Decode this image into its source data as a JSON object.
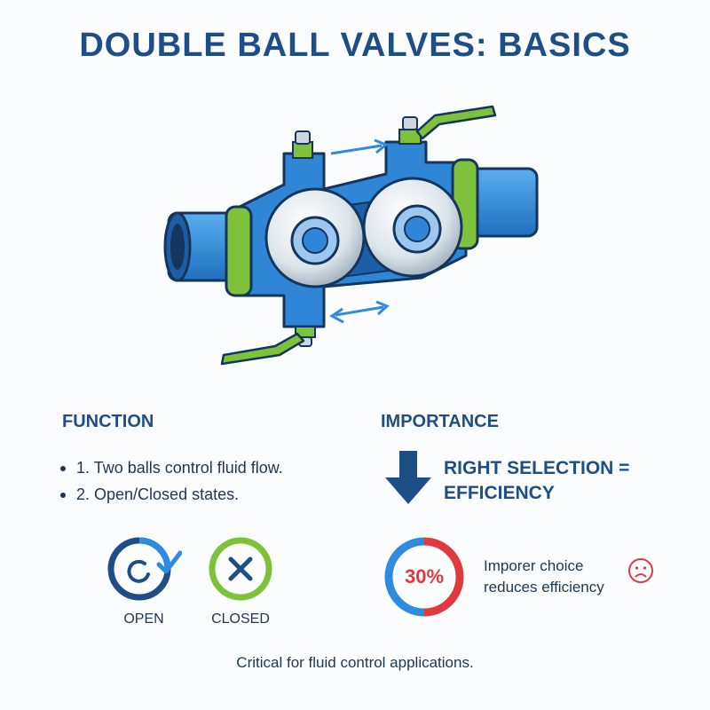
{
  "title": "DOUBLE BALL VALVES: BASICS",
  "function": {
    "heading": "FUNCTION",
    "items": [
      "1. Two balls control fluid flow.",
      "2. Open/Closed states."
    ]
  },
  "states": {
    "open_label": "OPEN",
    "closed_label": "CLOSED"
  },
  "importance": {
    "heading": "IMPORTANCE",
    "line1": "RIGHT SELECTION =",
    "line2": "EFFICIENCY",
    "gauge_value": "30%",
    "gauge_fraction": 0.5,
    "improper_line1": "Imporer choice",
    "improper_line2": "reduces efficiency"
  },
  "footer": "Critical for fluid control applications.",
  "colors": {
    "title": "#1d4e86",
    "valve_body": "#2f86d6",
    "valve_ring": "#7ec13a",
    "ball": "#e8eef3",
    "open_blue": "#2f8be0",
    "closed_green": "#7ec13a",
    "gauge_red": "#e03a3f",
    "gauge_blue": "#2f8be0"
  },
  "icons": [
    "double-ball-valve-illustration",
    "flow-arrow-icon",
    "open-check-icon",
    "closed-x-icon",
    "down-arrow-icon",
    "sad-face-icon"
  ]
}
